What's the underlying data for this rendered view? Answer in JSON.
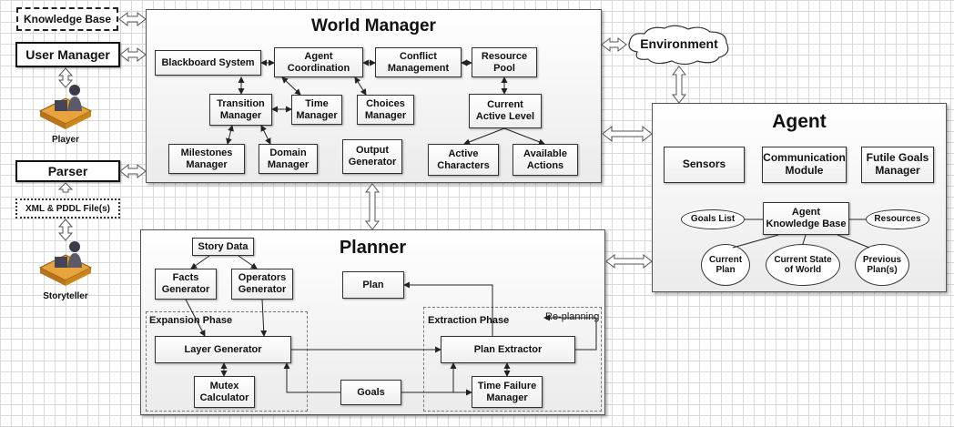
{
  "left": {
    "knowledge_base": "Knowledge Base",
    "user_manager": "User Manager",
    "player": "Player",
    "parser": "Parser",
    "xml_files": "XML & PDDL File(s)",
    "storyteller": "Storyteller"
  },
  "world_manager": {
    "title": "World Manager",
    "blackboard": "Blackboard System",
    "agent_coord": "Agent\nCoordination",
    "conflict": "Conflict\nManagement",
    "resource_pool": "Resource\nPool",
    "transition": "Transition\nManager",
    "time": "Time\nManager",
    "choices": "Choices\nManager",
    "current_active": "Current\nActive Level",
    "milestones": "Milestones\nManager",
    "domain": "Domain\nManager",
    "output": "Output\nGenerator",
    "active_chars": "Active\nCharacters",
    "available_actions": "Available\nActions"
  },
  "environment": "Environment",
  "agent": {
    "title": "Agent",
    "sensors": "Sensors",
    "communication": "Communication\nModule",
    "futile": "Futile Goals\nManager",
    "akb": "Agent\nKnowledge Base",
    "goals_list": "Goals List",
    "resources": "Resources",
    "current_plan": "Current\nPlan",
    "current_state": "Current State\nof World",
    "previous_plan": "Previous\nPlan(s)"
  },
  "planner": {
    "title": "Planner",
    "story_data": "Story Data",
    "facts": "Facts\nGenerator",
    "operators": "Operators\nGenerator",
    "plan": "Plan",
    "expansion": "Expansion Phase",
    "extraction": "Extraction Phase",
    "replanning": "Re-planning",
    "layer": "Layer Generator",
    "plan_extractor": "Plan Extractor",
    "mutex": "Mutex\nCalculator",
    "goals": "Goals",
    "time_failure": "Time Failure\nManager"
  }
}
